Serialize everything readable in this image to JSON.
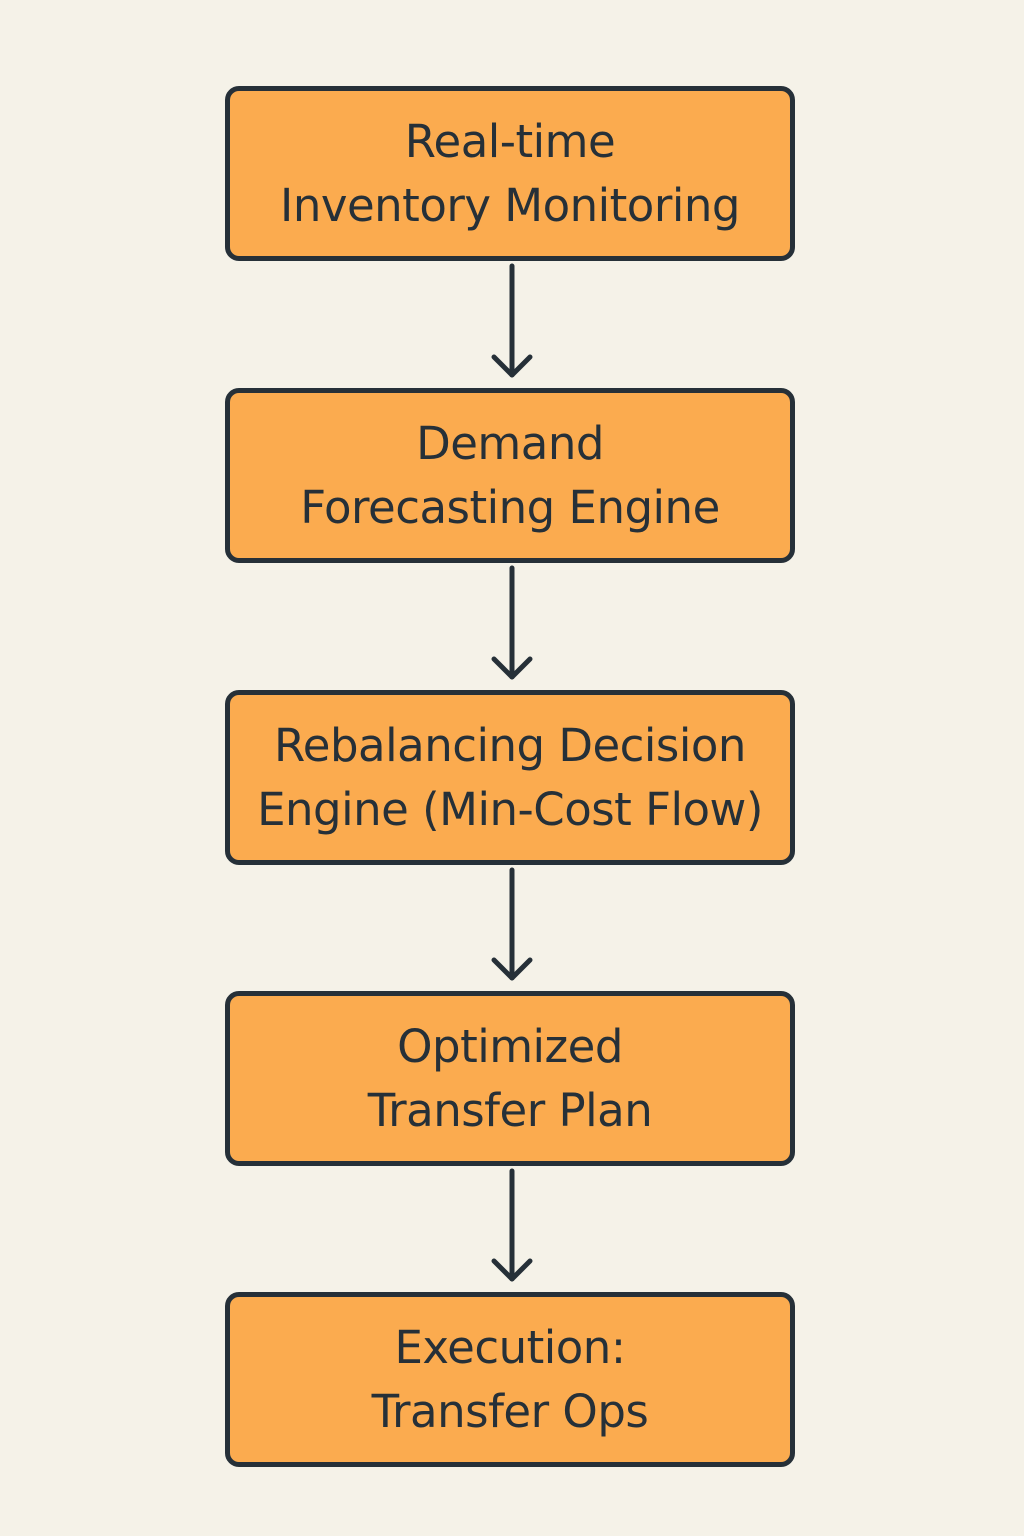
{
  "colors": {
    "background": "#f5f2e8",
    "box_fill": "#fbab4f",
    "stroke": "#263038",
    "text": "#263038"
  },
  "steps": [
    {
      "lines": [
        "Real-time",
        "Inventory Monitoring"
      ]
    },
    {
      "lines": [
        "Demand",
        "Forecasting Engine"
      ]
    },
    {
      "lines": [
        "Rebalancing Decision",
        "Engine (Min-Cost Flow)"
      ]
    },
    {
      "lines": [
        "Optimized",
        "Transfer Plan"
      ]
    },
    {
      "lines": [
        "Execution:",
        "Transfer Ops"
      ]
    }
  ]
}
